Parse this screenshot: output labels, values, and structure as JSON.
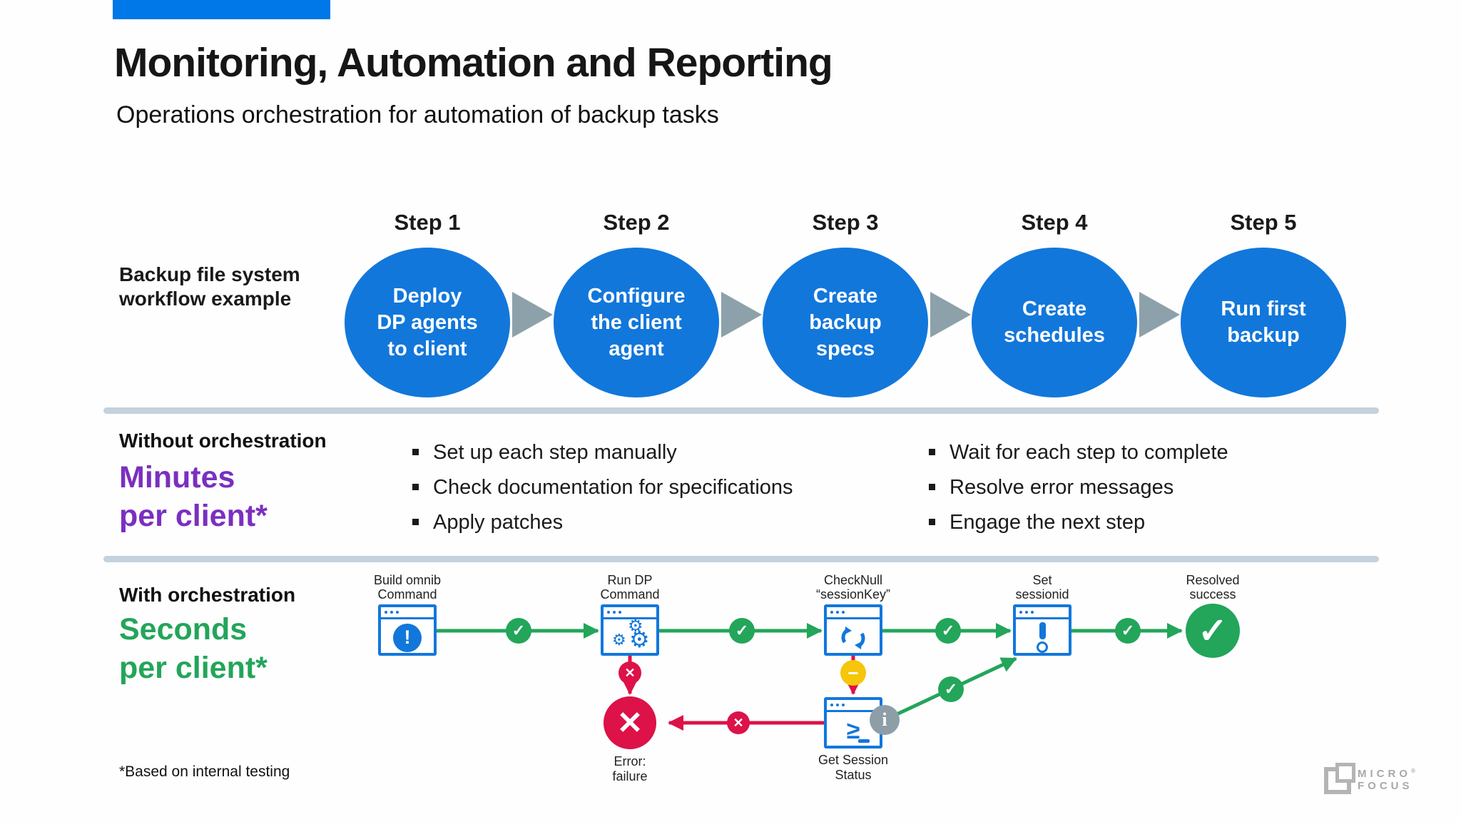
{
  "slide": {
    "title": "Monitoring, Automation and Reporting",
    "subtitle": "Operations orchestration for automation of backup tasks",
    "footnote": "*Based on internal testing"
  },
  "workflow": {
    "row_label": "Backup file system\nworkflow example",
    "steps": [
      {
        "label": "Step 1",
        "text": "Deploy\nDP agents\nto client"
      },
      {
        "label": "Step 2",
        "text": "Configure\nthe client\nagent"
      },
      {
        "label": "Step 3",
        "text": "Create\nbackup\nspecs"
      },
      {
        "label": "Step 4",
        "text": "Create\nschedules"
      },
      {
        "label": "Step 5",
        "text": "Run first\nbackup"
      }
    ]
  },
  "without": {
    "heading": "Without orchestration",
    "metric": "Minutes\nper client*",
    "bullets_col1": [
      "Set up each step manually",
      "Check documentation for specifications",
      "Apply patches"
    ],
    "bullets_col2": [
      "Wait for each step to complete",
      "Resolve error messages",
      "Engage the next step"
    ]
  },
  "with": {
    "heading": "With orchestration",
    "metric": "Seconds\nper client*",
    "nodes": [
      {
        "label": "Build omnib\nCommand"
      },
      {
        "label": "Run DP\nCommand"
      },
      {
        "label": "CheckNull\n“sessionKey”"
      },
      {
        "label": "Set\nsessionid"
      },
      {
        "label": "Resolved\nsuccess"
      }
    ],
    "error_label": "Error:\nfailure",
    "session_label": "Get Session\nStatus"
  },
  "icons": {
    "check": "✓",
    "cross": "✕",
    "minus": "−",
    "info": "i",
    "alert": "!",
    "gear": "⚙",
    "powershell": "≥"
  },
  "logo": {
    "line1": "MICRO",
    "reg": "®",
    "line2": "FOCUS"
  },
  "colors": {
    "brand_blue": "#1277db",
    "bar_blue": "#0078e7",
    "purple": "#7b2fc0",
    "green": "#23a55a",
    "red": "#dc1248",
    "yellow": "#f5c60a",
    "gray_arrow": "#8da1aa",
    "divider": "#c3d2dc"
  }
}
